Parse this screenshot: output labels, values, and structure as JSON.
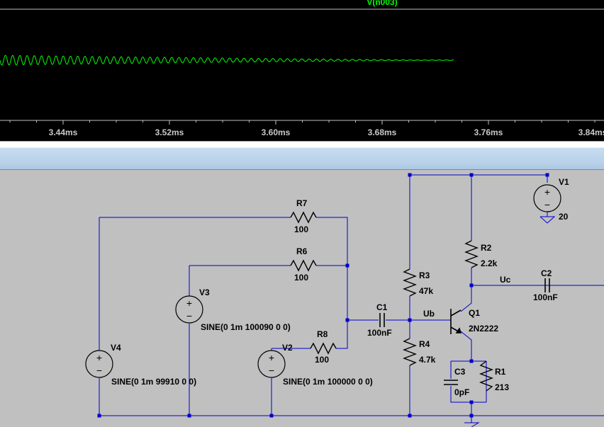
{
  "waveform": {
    "trace_name": "V(n003)",
    "trace_color": "#00ff00",
    "x_ticks": [
      "3.44ms",
      "3.52ms",
      "3.60ms",
      "3.68ms",
      "3.76ms",
      "3.84ms"
    ]
  },
  "schematic": {
    "wire_color": "#0000cc",
    "components": {
      "R7": {
        "name": "R7",
        "value": "100"
      },
      "R6": {
        "name": "R6",
        "value": "100"
      },
      "R8": {
        "name": "R8",
        "value": "100"
      },
      "V3": {
        "name": "V3",
        "value": "SINE(0 1m 100090 0 0)"
      },
      "V2": {
        "name": "V2",
        "value": "SINE(0 1m 100000 0 0)"
      },
      "V4": {
        "name": "V4",
        "value": "SINE(0 1m 99910 0 0)"
      },
      "C1": {
        "name": "C1",
        "value": "100nF"
      },
      "R3": {
        "name": "R3",
        "value": "47k"
      },
      "R4": {
        "name": "R4",
        "value": "4.7k"
      },
      "R2": {
        "name": "R2",
        "value": "2.2k"
      },
      "Q1": {
        "name": "Q1",
        "value": "2N2222"
      },
      "C3": {
        "name": "C3",
        "value": "0pF"
      },
      "R1": {
        "name": "R1",
        "value": "213"
      },
      "C2": {
        "name": "C2",
        "value": "100nF"
      },
      "V1": {
        "name": "V1",
        "value": "20"
      }
    },
    "net_labels": {
      "ub": "Ub",
      "uc": "Uc"
    }
  }
}
